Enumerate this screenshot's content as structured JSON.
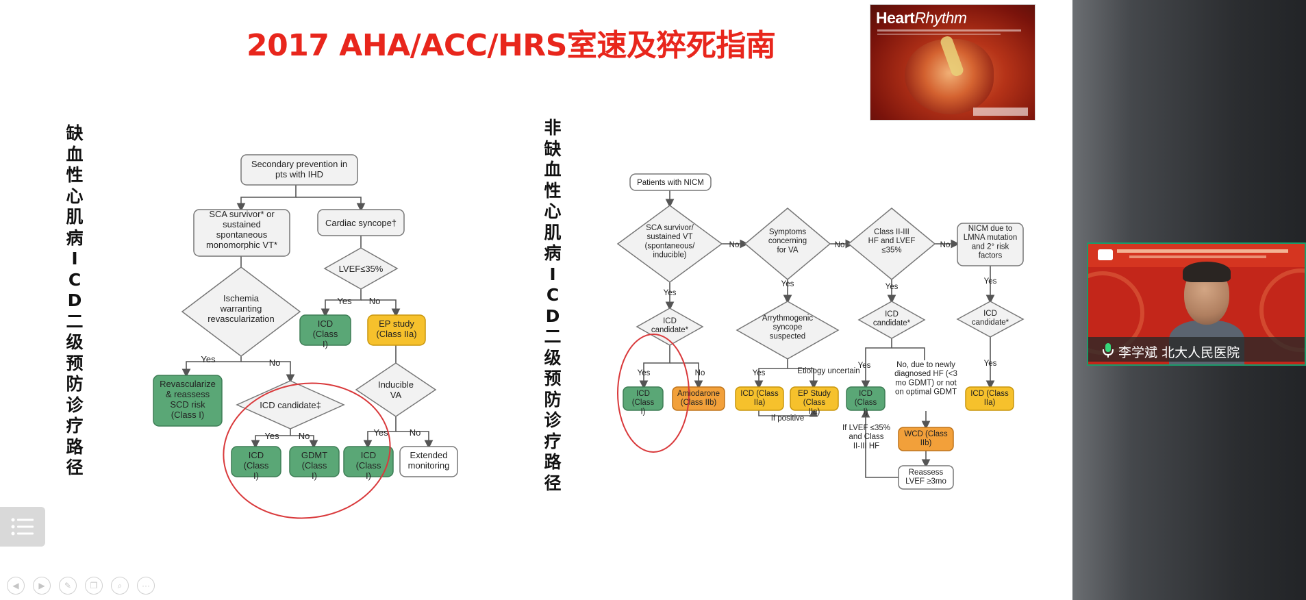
{
  "slide": {
    "title": "2017 AHA/ACC/HRS室速及猝死指南",
    "left_vertical_label": "缺血性心肌病ICD二级预防诊疗路径",
    "right_vertical_label": "非缺血性心肌病ICD二级预防诊疗路径",
    "journal_cover": {
      "title_bold": "Heart",
      "title_italic": "Rhythm"
    }
  },
  "left_flowchart": {
    "start": "Secondary prevention in pts with IHD",
    "sca": "SCA survivor* or sustained spontaneous monomorphic VT*",
    "syncope": "Cardiac syncope†",
    "lvef": "LVEF≤35%",
    "ischemia": "Ischemia warranting revascularization",
    "icd1": "ICD (Class I)",
    "ep": "EP study (Class IIa)",
    "revasc": "Revascularize & reassess SCD risk (Class I)",
    "candidate": "ICD candidate‡",
    "inducible": "Inducible VA",
    "icd2": "ICD (Class I)",
    "gdmt": "GDMT (Class I)",
    "icd3": "ICD (Class I)",
    "extended": "Extended monitoring",
    "yes": "Yes",
    "no": "No"
  },
  "right_flowchart": {
    "start": "Patients with NICM",
    "sca": "SCA survivor/ sustained VT (spontaneous/ inducible)",
    "symptoms": "Symptoms concerning for VA",
    "class23": "Class II-III HF and LVEF ≤35%",
    "lmna": "NICM due to LMNA mutation and 2° risk factors",
    "cand1": "ICD candidate*",
    "arrhythmogenic": "Arrythmogenic syncope suspected",
    "cand2": "ICD candidate*",
    "cand3": "ICD candidate*",
    "icd_a": "ICD (Class I)",
    "amiodarone": "Amiodarone (Class IIb)",
    "icd_b": "ICD (Class IIa)",
    "ep_study": "EP Study (Class IIa)",
    "icd_c": "ICD (Class I)",
    "icd_d": "ICD (Class IIa)",
    "etiology": "Etiology uncertain",
    "if_positive": "If positive",
    "newly": "No, due to newly diagnosed HF (<3 mo GDMT) or not on optimal GDMT",
    "wcd": "WCD (Class IIb)",
    "if_lvef": "If LVEF ≤35% and Class II-III HF",
    "reassess": "Reassess LVEF ≥3mo",
    "yes": "Yes",
    "no": "No"
  },
  "webcam": {
    "name": "李学斌",
    "hospital": "北大人民医院"
  },
  "colors": {
    "title_red": "#e8261c",
    "green_box": "#5aa776",
    "yellow_box": "#f6c12c",
    "orange_box": "#f2a03a",
    "circle_red": "#d9393b"
  }
}
